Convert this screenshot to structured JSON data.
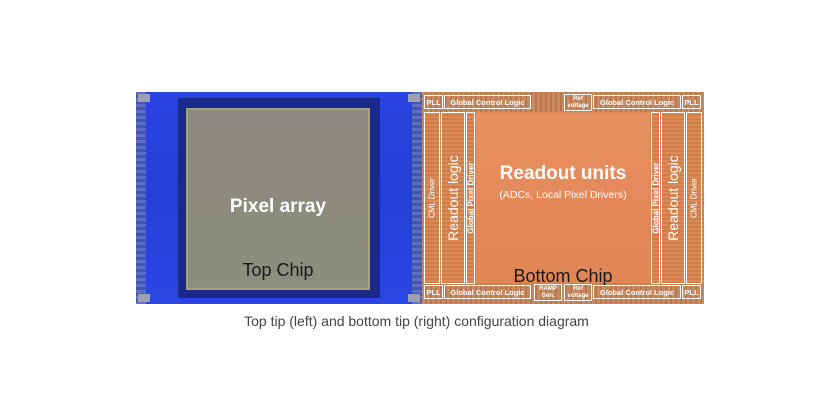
{
  "top_chip": {
    "pixel_array_label": "Pixel array",
    "chip_label": "Top Chip"
  },
  "bottom_chip": {
    "top_row": {
      "pll_left": "PLL",
      "global_control_left": "Global Control Logic",
      "ref_voltage": "Ref voltage",
      "global_control_right": "Global Control Logic",
      "pll_right": "PLL"
    },
    "bottom_row": {
      "pll_left": "PLL",
      "global_control_left": "Global Control Logic",
      "ramp_gen": "RAMP Gen.",
      "ref_voltage": "Ref voltage",
      "global_control_right": "Global Control Logic",
      "pll_right": "PLL"
    },
    "left_columns": {
      "cml_driver": "CML Driver",
      "readout_logic": "Readout logic",
      "global_pixel_driver": "Global Pixel Driver"
    },
    "right_columns": {
      "global_pixel_driver": "Global Pixel Driver",
      "readout_logic": "Readout logic",
      "cml_driver": "CML Driver"
    },
    "readout_title": "Readout units",
    "readout_subtitle": "(ADCs, Local Pixel Drivers)",
    "chip_label": "Bottom Chip"
  },
  "caption": "Top tip (left) and bottom tip (right) configuration diagram"
}
